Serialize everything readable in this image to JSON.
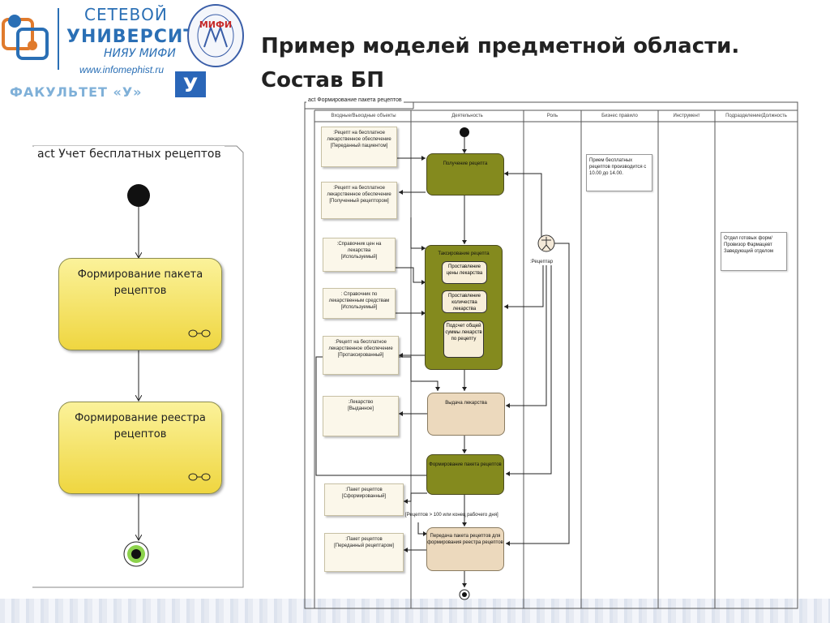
{
  "header": {
    "uni_line1": "СЕТЕВОЙ",
    "uni_line2": "УНИВЕРСИТЕТ",
    "uni_line3": "НИЯУ МИФИ",
    "url": "www.infomephist.ru",
    "faculty": "ФАКУЛЬТЕТ «У»",
    "seal_text": "МИФИ",
    "u_logo_text": "У",
    "title_line1": "Пример моделей предметной области.",
    "title_line2": "Состав БП"
  },
  "left_diagram": {
    "frame_label": "act Учет бесплатных рецептов",
    "node1": "Формирование пакета рецептов",
    "node2": "Формирование реестра рецептов"
  },
  "right_diagram": {
    "frame_title": "act Формирование пакета рецептов",
    "lanes": [
      "Входные/Выходные объекты",
      "Деятельность",
      "Роль",
      "Бизнес правило",
      "Инструмент",
      "Подразделение/Должность"
    ],
    "objects": [
      {
        "name": ":Рецепт на бесплатное лекарственное обеспечение",
        "state": "[Переданный пациентом]"
      },
      {
        "name": ":Рецепт на бесплатное лекарственное обеспечение",
        "state": "[Полученный рецептором]"
      },
      {
        "name": ":Справочник цен на лекарства",
        "state": "[Используемый]"
      },
      {
        "name": ": Справочник по лекарственным средствам",
        "state": "[Используемый]"
      },
      {
        "name": ":Рецепт на бесплатное лекарственное обеспечение",
        "state": "[Протаксированный]"
      },
      {
        "name": ":Лекарство",
        "state": "[Выданное]"
      },
      {
        "name": ":Пакет рецептов",
        "state": "[Сформированный]"
      },
      {
        "name": ":Пакет рецептов",
        "state": "[Переданный рецептаром]"
      }
    ],
    "actions": {
      "receive": "Получение рецепта",
      "taxation": "Таксирование рецепта",
      "sub1": "Проставление цены лекарства",
      "sub2": "Проставление количества лекарства",
      "sub3": "Подсчет общей суммы лекарств по рецепту",
      "issue": "Выдача лекарства",
      "form_pack": "Формирование пакета рецептов",
      "transfer": "Передача пакета рецептов для формирования реестра рецептов"
    },
    "role": ":Рецептар",
    "guard": "[Рецептов > 100 или конец рабочего дня]",
    "note_rule": "Прием бесплатных рецептов производится с 10.00 до 14.00.",
    "note_dept": "Отдел готовых форм/Провизор Фармацевт Заведующий отделом"
  }
}
